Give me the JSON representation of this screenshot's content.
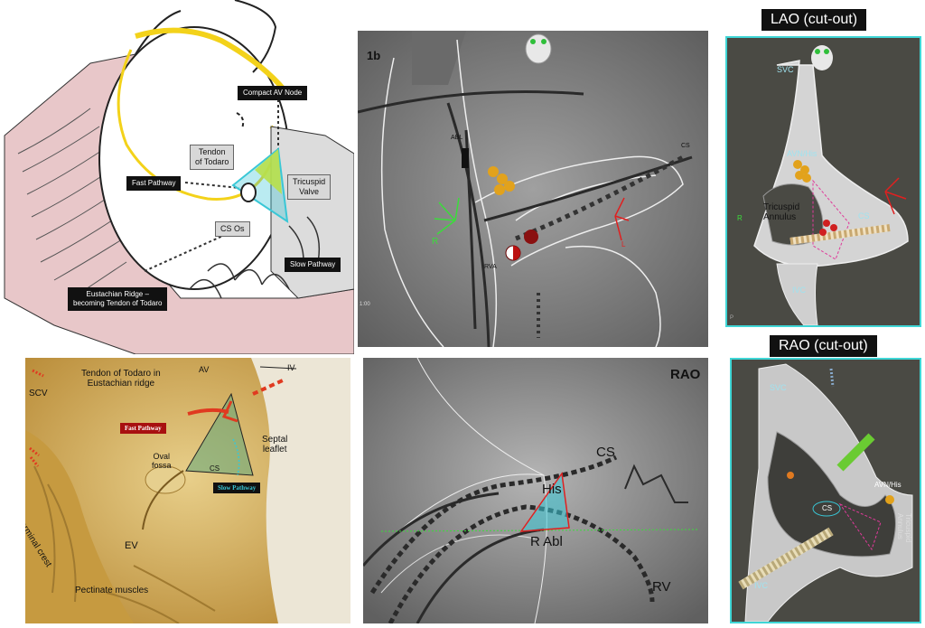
{
  "diagram_panel": {
    "compact_av_node": "Compact AV Node",
    "tendon_of_todaro": "Tendon\nof Todaro",
    "fast_pathway": "Fast Pathway",
    "tricuspid_valve": "Tricuspid\nValve",
    "cs_os": "CS Os",
    "slow_pathway": "Slow Pathway",
    "eustachian_ridge": "Eustachian Ridge –\nbecoming Tendon of Todaro"
  },
  "lao_fluoro_panel": {
    "panel_id": "1b",
    "abl": "ABL",
    "cs": "CS",
    "rva": "RVA",
    "r_marker": "R",
    "l_marker": "L",
    "scale_text": "1:00"
  },
  "lao_cutout_panel": {
    "title": "LAO (cut-out)",
    "svc": "SVC",
    "avn_his": "AVN/His",
    "tricuspid_annulus": "Tricuspid\nAnnulus",
    "cs": "CS",
    "ivc": "IVC",
    "r_marker": "R",
    "p_marker": "P"
  },
  "anatomy_photo_panel": {
    "scv": "SCV",
    "tendon_label": "Tendon of Todaro in\nEustachian ridge",
    "av": "AV",
    "iv": "IV",
    "fast_pathway": "Fast Pathway",
    "oval_fossa": "Oval\nfossa",
    "septal_leaflet": "Septal\nleaflet",
    "cs": "CS",
    "slow_pathway": "Slow Pathway",
    "terminal_crest": "Terminal crest",
    "ev": "EV",
    "pectinate": "Pectinate muscles"
  },
  "rao_fluoro_panel": {
    "title": "RAO",
    "cs": "CS",
    "his": "His",
    "r_abl": "R Abl",
    "rv": "RV"
  },
  "rao_cutout_panel": {
    "title": "RAO (cut-out)",
    "svc": "SVC",
    "avn_his": "AVN/His",
    "cs": "CS",
    "tricuspid_annulus": "Tricuspid\nAnnulus",
    "ivc": "IVC"
  },
  "colors": {
    "cyan_border": "#3fd6d6",
    "fluoro_bg": "#8a8a8a",
    "cutout_bg": "#4a4a44",
    "photo_bg": "#d9b35c",
    "yellow_pathway": "#f3d21a",
    "triangle_green": "#b8e04a",
    "triangle_cyan": "#39c7d6"
  }
}
